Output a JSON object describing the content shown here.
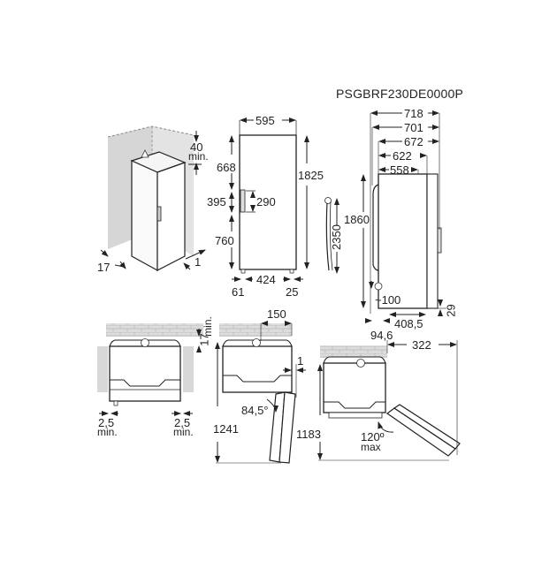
{
  "model_code": "PSGBRF230DE0000P",
  "units": "mm",
  "views": {
    "perspective": {
      "top_clearance": "40",
      "top_clearance_note": "min.",
      "left_gap": "17",
      "right_gap": "1"
    },
    "front": {
      "width": "595",
      "height": "1825",
      "top_to_handle": "668",
      "handle_zone": "395",
      "handle_length": "290",
      "handle_to_floor": "760",
      "foot_left": "61",
      "foot_span": "424",
      "foot_right": "25"
    },
    "power_cord": {
      "length": "2350"
    },
    "side": {
      "depth_overall": "718",
      "depth_701": "701",
      "depth_672": "672",
      "depth_622": "622",
      "depth_cabinet": "558",
      "height": "1860",
      "plug_height": "~100",
      "rear_offset": "94,6",
      "foot_span": "408,5",
      "foot_height": "29"
    },
    "top_clearance_view": {
      "wall_gap": "17",
      "wall_gap_note": "min.",
      "side_left": "2,5",
      "side_left_note": "min.",
      "side_right": "2,5",
      "side_right_note": "min."
    },
    "door_open_90": {
      "hinge_offset": "150",
      "side_gap": "1",
      "angle": "84,5°",
      "depth": "1241"
    },
    "door_open_120": {
      "extra_width": "322",
      "angle": "120º",
      "angle_note": "max",
      "depth": "1183"
    }
  }
}
